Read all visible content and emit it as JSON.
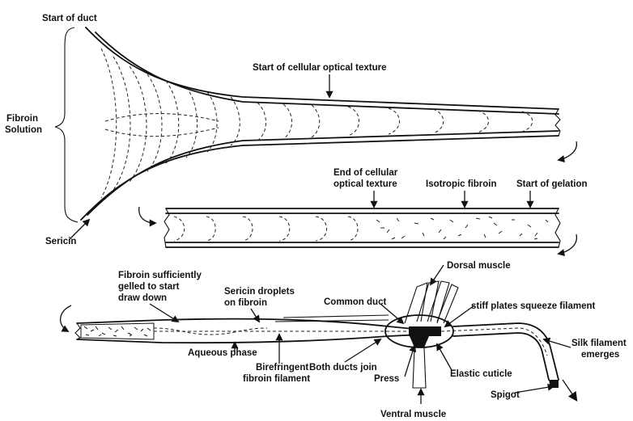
{
  "labels": {
    "start_of_duct": "Start of duct",
    "fibroin_solution_1": "Fibroin",
    "fibroin_solution_2": "Solution",
    "sericin": "Sericin",
    "start_cellular_texture": "Start of cellular optical texture",
    "end_cellular_texture_1": "End of cellular",
    "end_cellular_texture_2": "optical texture",
    "isotropic_fibroin": "Isotropic fibroin",
    "start_of_gelation": "Start of gelation",
    "dorsal_muscle": "Dorsal muscle",
    "fibroin_gelled_1": "Fibroin sufficiently",
    "fibroin_gelled_2": "gelled to start",
    "fibroin_gelled_3": "draw down",
    "sericin_droplets_1": "Sericin droplets",
    "sericin_droplets_2": "on fibroin",
    "common_duct": "Common duct",
    "stiff_plates": "stiff plates squeeze filament",
    "silk_filament_1": "Silk filament",
    "silk_filament_2": "emerges",
    "aqueous_phase": "Aqueous phase",
    "both_ducts_join": "Both ducts join",
    "elastic_cuticle": "Elastic cuticle",
    "birefringent_1": "Birefringent",
    "birefringent_2": "fibroin filament",
    "press": "Press",
    "spigot": "Spigot",
    "ventral_muscle": "Ventral muscle"
  }
}
